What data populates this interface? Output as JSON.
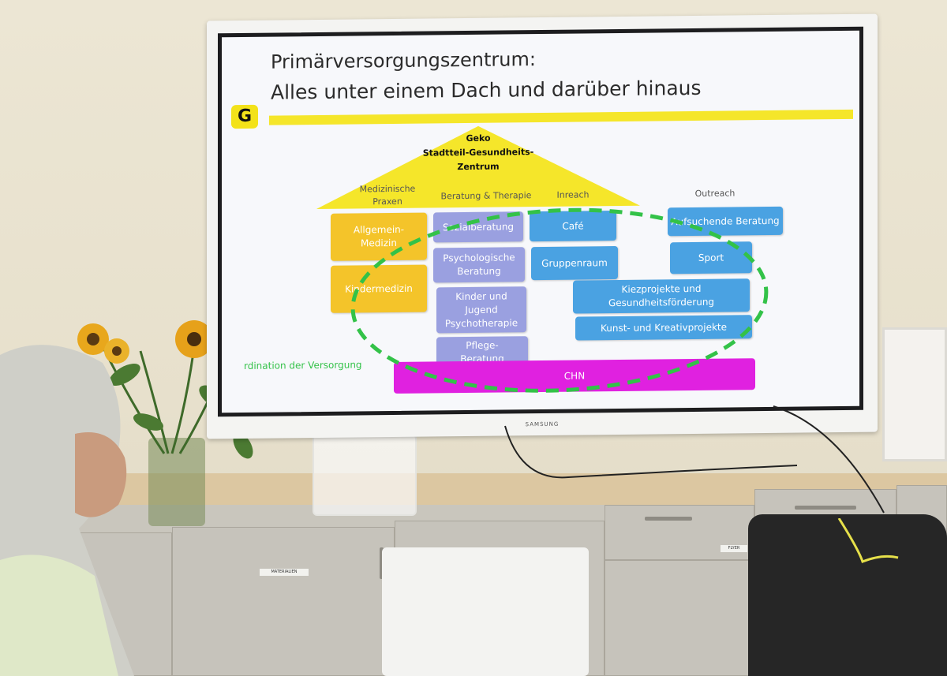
{
  "slide": {
    "title_line1": "Primärversorgungszentrum:",
    "title_line2": "Alles unter einem Dach und darüber hinaus",
    "logo": "G",
    "roof_line1": "Geko",
    "roof_line2": "Stadtteil-Gesundheits-",
    "roof_line3": "Zentrum",
    "columns": {
      "medizinische_line1": "Medizinische",
      "medizinische_line2": "Praxen",
      "beratung": "Beratung & Therapie",
      "inreach": "Inreach",
      "outreach": "Outreach"
    },
    "boxes": {
      "allgemein_line1": "Allgemein-",
      "allgemein_line2": "Medizin",
      "kindermedizin": "Kindermedizin",
      "sozialberatung": "Sozialberatung",
      "psych_line1": "Psychologische",
      "psych_line2": "Beratung",
      "kinder_line1": "Kinder und",
      "kinder_line2": "Jugend",
      "kinder_line3": "Psychotherapie",
      "pflege_line1": "Pflege-",
      "pflege_line2": "Beratung",
      "cafe": "Café",
      "gruppenraum": "Gruppenraum",
      "aufsuchende": "Aufsuchende Beratung",
      "sport": "Sport",
      "kiez_line1": "Kiezprojekte und",
      "kiez_line2": "Gesundheitsförderung",
      "kunst": "Kunst- und Kreativprojekte"
    },
    "koordination": "rdination der Versorgung",
    "chn": "CHN"
  },
  "tv_brand": "SAMSUNG",
  "cabinet_tags": {
    "materialien": "MATERIALIEN",
    "flyer": "FLYER"
  },
  "colors": {
    "yellow": "#f4c42a",
    "purple": "#9aa0e0",
    "blue": "#4aa2e2",
    "magenta": "#e021e0",
    "dashed_green": "#33c248"
  }
}
